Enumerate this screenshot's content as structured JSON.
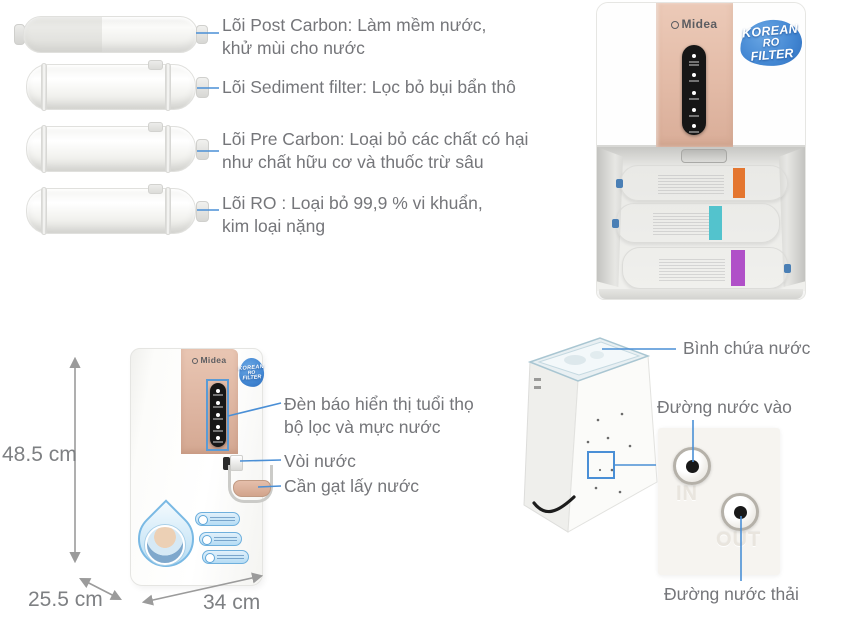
{
  "colors": {
    "annotation_blue": "#4a8fd6",
    "dimension_gray": "#9b9b9b",
    "label_gray": "#75767a",
    "rose_gold": "#e2b9a5",
    "badge_blue": "#4286d2",
    "stripe_orange": "#e4762f",
    "stripe_teal": "#53c3cd",
    "stripe_purple": "#b050c8"
  },
  "brand": "Midea",
  "badge": {
    "line1": "KOREAN",
    "line2": "RO",
    "line3": "FILTER"
  },
  "filter_labels": [
    {
      "line1": "Lõi Post Carbon: Làm mềm nước,",
      "line2": "khử mùi cho nước"
    },
    {
      "line1": "Lõi Sediment filter: Lọc bỏ bụi bẩn thô",
      "line2": ""
    },
    {
      "line1": "Lõi Pre Carbon: Loại bỏ các chất có hại",
      "line2": "như chất hữu cơ và thuốc trừ sâu"
    },
    {
      "line1": "Lõi RO : Loại bỏ 99,9 % vi khuẩn,",
      "line2": "kim loại nặng"
    }
  ],
  "front_view": {
    "dimensions": {
      "height": "48.5 cm",
      "depth": "25.5 cm",
      "width": "34 cm"
    },
    "annotations": {
      "indicator_line1": "Đèn báo hiển thị tuổi thọ",
      "indicator_line2": "bộ lọc và mực nước",
      "faucet": "Vòi nước",
      "lever": "Cần gạt lấy nước"
    }
  },
  "back_view": {
    "tank": "Bình chứa nước",
    "inlet": "Đường nước vào",
    "drain": "Đường nước thải",
    "port_in": "IN",
    "port_out": "OUT"
  }
}
